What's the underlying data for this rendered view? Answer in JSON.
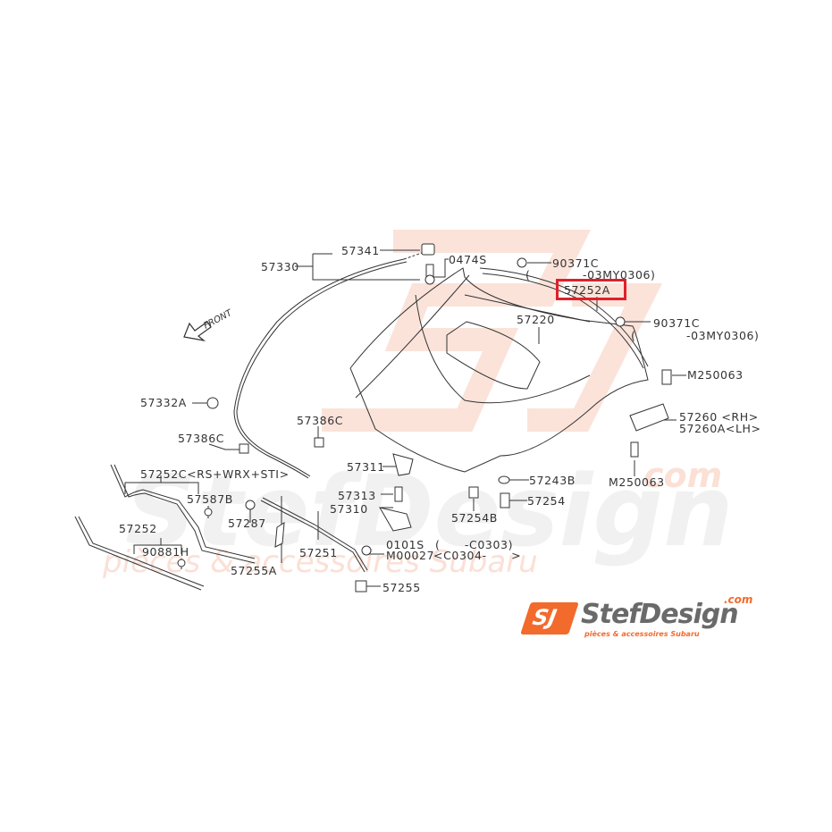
{
  "diagram": {
    "title": "Subaru Impreza hood (bonnet) parts diagram",
    "highlight_color": "#e0202a",
    "line_color": "#333333",
    "front_indicator": "FRONT",
    "highlighted_part": "57252A",
    "parts": {
      "p57341": "57341",
      "p57330": "57330",
      "p0474S": "0474S",
      "p90371C_a": "90371C",
      "p90371C_a_note_open": "(",
      "p90371C_a_note": "-03MY0306)",
      "p57252A": "57252A",
      "p57220": "57220",
      "p90371C_b": "90371C",
      "p90371C_b_note_open": "(",
      "p90371C_b_note": "-03MY0306)",
      "pM250063_top": "M250063",
      "p57260": "57260 <RH>",
      "p57260A": "57260A<LH>",
      "pM250063_bottom": "M250063",
      "p57332A": "57332A",
      "p57386C_left": "57386C",
      "p57386C_right": "57386C",
      "p57311": "57311",
      "p57243B": "57243B",
      "p57254": "57254",
      "p57254B": "57254B",
      "p57252C": "57252C<RS+WRX+STI>",
      "p57587B": "57587B",
      "p57287": "57287",
      "p57313": "57313",
      "p57310": "57310",
      "p57252": "57252",
      "p90881H": "90881H",
      "p57251": "57251",
      "p57255A": "57255A",
      "p0101S": "0101S",
      "p0101S_note": "(      -C0303)",
      "pM00027": "M00027",
      "pM00027_note": "<C0304-      >",
      "p57255": "57255"
    }
  },
  "watermark": {
    "brand": "StefDesign",
    "domain": ".com",
    "tagline": "pièces & accessoires Subaru",
    "color": "#f6c9b8"
  },
  "logo": {
    "badge": "SJ",
    "name": "StefDesign",
    "domain": ".com",
    "tagline": "pièces & accessoires Subaru",
    "accent_color": "#f26a2c",
    "text_color": "#6a6a6a"
  }
}
